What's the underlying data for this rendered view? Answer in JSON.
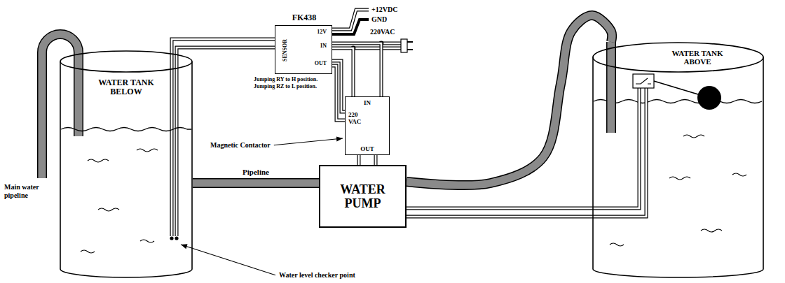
{
  "diagram": {
    "nodes": [
      {
        "text": [
          "WATER TANK BELOW"
        ]
      },
      {
        "text": [
          "FK438",
          "SENSOR",
          "12V",
          "IN",
          "OUT"
        ]
      },
      {
        "text": [
          "IN",
          "220 VAC",
          "OUT"
        ]
      },
      {
        "text": [
          "WATER PUMP"
        ]
      },
      {
        "text": [
          "WATER TANK ABOVE"
        ]
      }
    ],
    "edges": [
      {
        "from": 0,
        "to": 1,
        "arrow": "none"
      },
      {
        "from": 1,
        "to": 2,
        "arrow": "none"
      },
      {
        "from": 1,
        "to": 2,
        "arrow": "none"
      },
      {
        "from": 2,
        "to": 3,
        "arrow": "none"
      },
      {
        "from": 0,
        "to": 3,
        "label": "Pipeline",
        "arrow": "none"
      },
      {
        "from": 3,
        "to": 4,
        "arrow": "none"
      },
      {
        "from": 3,
        "to": 4,
        "arrow": "none"
      }
    ],
    "labels": [
      "+12VDC",
      "GND",
      "220VAC",
      "Jumping RY to H position.",
      "Jumping RZ to L position.",
      "Magnetic Contactor",
      "Main water pipeline",
      "Water level checker point"
    ]
  }
}
